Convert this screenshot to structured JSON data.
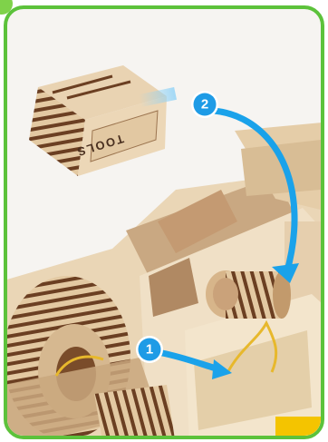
{
  "colors": {
    "frame_green": "#5cc23b",
    "corner_dot_green": "#7fd24a",
    "step_blue": "#1e9be6",
    "arrow_blue": "#1aa2ea",
    "wood_light": "#e6cfae",
    "wood_dark": "#6b3f22",
    "rope_yellow": "#e7b82c"
  },
  "steps": [
    {
      "number": "1",
      "icon": "step-1-badge"
    },
    {
      "number": "2",
      "icon": "step-2-badge"
    }
  ],
  "toolbox": {
    "engraving": "TOOLS"
  },
  "arrows": [
    "arrow-step-1-icon",
    "arrow-step-2-icon"
  ]
}
